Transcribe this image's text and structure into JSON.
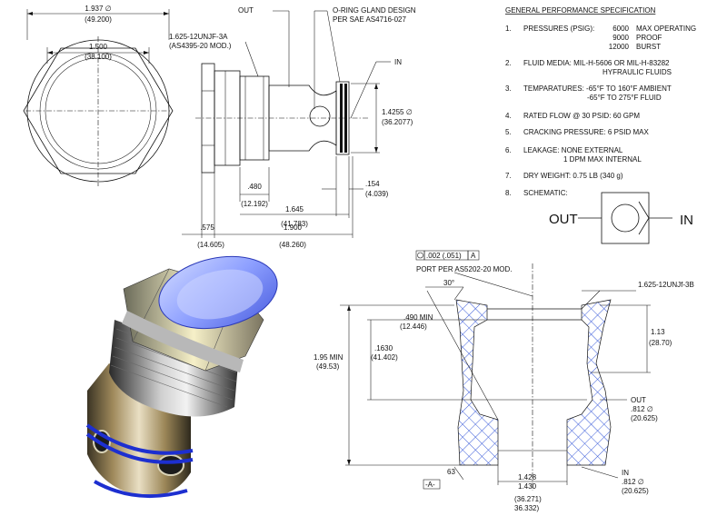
{
  "top_left_view": {
    "dim_hex_od": "1.937 ∅",
    "dim_hex_od_mm": "(49.200)",
    "dim_flat": "1.500",
    "dim_flat_mm": "(38.100)"
  },
  "side_view": {
    "out_label": "OUT",
    "oring_note_1": "O-RING GLAND DESIGN",
    "oring_note_2": "PER SAE AS4716-027",
    "thread_note_1": "1.625-12UNJF-3A",
    "thread_note_2": "(AS4395-20 MOD.)",
    "in_label": "IN",
    "dia_1": "1.4255 ∅",
    "dia_1_mm": "(36.2077)",
    "d_480": ".480",
    "d_480_mm": "(12.192)",
    "d_154": ".154",
    "d_154_mm": "(4.039)",
    "d_1645": "1.645",
    "d_1645_mm": "(41.783)",
    "d_575": ".575",
    "d_575_mm": "(14.605)",
    "d_1900": "1.900",
    "d_1900_mm": "(48.260)"
  },
  "spec": {
    "title": "GENERAL PERFORMANCE SPECIFICATION",
    "items": [
      {
        "num": "1.",
        "label": "PRESSURES (PSIG):"
      },
      {
        "num": "2.",
        "label": "FLUID MEDIA: MIL-H-5606 OR MIL-H-83282"
      },
      {
        "num": "3.",
        "label": "TEMPARATURES:  -65°F TO 160°F AMBIENT"
      },
      {
        "num": "4.",
        "label": "RATED FLOW @ 30 PSID:  60 GPM"
      },
      {
        "num": "5.",
        "label": "CRACKING PRESSURE:  6 PSID MAX"
      },
      {
        "num": "6.",
        "label": "LEAKAGE:  NONE EXTERNAL"
      },
      {
        "num": "7.",
        "label": "DRY WEIGHT:  0.75 LB (340 g)"
      },
      {
        "num": "8.",
        "label": "SCHEMATIC:"
      }
    ],
    "pressures": [
      {
        "value": "6000",
        "name": "MAX OPERATING"
      },
      {
        "value": "9000",
        "name": "PROOF"
      },
      {
        "value": "12000",
        "name": "BURST"
      }
    ],
    "fluid_line_2": "HYFRAULIC FLUIDS",
    "temp_line_2": "-65°F TO 275°F FLUID",
    "leak_line_2": "1 DPM MAX INTERNAL",
    "schematic_out": "OUT",
    "schematic_in": "IN"
  },
  "port_view": {
    "fcf_tol": ".002 (.051)",
    "fcf_datum": "A",
    "port_note": "PORT PER AS5202-20 MOD.",
    "angle": "30°",
    "thread": "1.625-12UNJf-3B",
    "d_490": ".490 MIN",
    "d_490_mm": "(12.446)",
    "d_1630": ".1630",
    "d_1630_mm": "(41.402)",
    "d_195": "1.95 MIN",
    "d_195_mm": "(49.53)",
    "d_113": "1.13",
    "d_113_mm": "(28.70)",
    "out_label": "OUT",
    "out_dia": ".812 ∅",
    "out_dia_mm": "(20.625)",
    "in_label": "IN",
    "in_dia": ".812 ∅",
    "in_dia_mm": "(20.625)",
    "surface": "63",
    "datum": "-A-",
    "d_1428": "1.428",
    "d_1430": "1.430",
    "d_1428_mm": "(36.271)",
    "d_1430_mm": "36.332)"
  },
  "colors": {
    "hatch": "#3a5bd9",
    "oring": "#1d2fd0",
    "steel": "#b9b09a"
  }
}
